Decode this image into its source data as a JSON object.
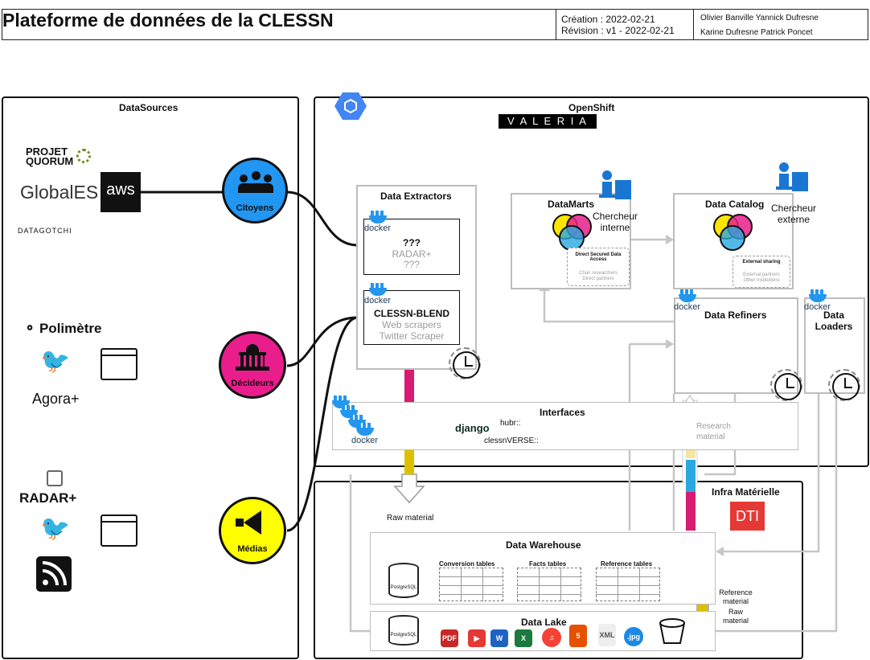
{
  "header": {
    "title": "Plateforme de données de la CLESSN",
    "creation": "Création : 2022-02-21",
    "revision": "Révision : v1 - 2022-02-21",
    "authors_line1": "Olivier Banville Yannick Dufresne",
    "authors_line2": "Karine Dufresne Patrick Poncet"
  },
  "datasources": {
    "title": "DataSources",
    "logos": {
      "projet": "PROJET",
      "quorum": "QUORUM",
      "globales": "GlobalES",
      "datagotchi": "DATAGOTCHI",
      "aws": "aws",
      "polimetre": "Polimètre",
      "agora": "Agora+",
      "radar": "RADAR+"
    },
    "groups": [
      {
        "label": "Citoyens",
        "color": "#2196f3"
      },
      {
        "label": "Décideurs",
        "color": "#e91e8c"
      },
      {
        "label": "Médias",
        "color": "#ffff00"
      }
    ]
  },
  "openshift": {
    "title": "OpenShift",
    "valeria": "V A L E R I A",
    "extractors": {
      "title": "Data Extractors",
      "docker": "docker",
      "box1_title": "???",
      "box1_line1": "RADAR+",
      "box1_line2": "???",
      "box2_title": "CLESSN-BLEND",
      "box2_line1": "Web scrapers",
      "box2_line2": "Twitter Scraper"
    },
    "datamarts": {
      "title": "DataMarts",
      "person": "Chercheur interne",
      "access_title": "Direct Secured Data Access",
      "access_line1": "Chair researchers",
      "access_line2": "Direct partners"
    },
    "catalog": {
      "title": "Data Catalog",
      "person": "Chercheur externe",
      "sharing_title": "External sharing",
      "sharing_line1": "External partners",
      "sharing_line2": "Other institutions"
    },
    "refiners": {
      "title": "Data Refiners",
      "docker": "docker"
    },
    "loaders": {
      "title": "Data Loaders",
      "docker": "docker"
    },
    "interfaces": {
      "title": "Interfaces",
      "django": "django",
      "hubr": "hubr::",
      "clessnverse": "clessnVERSE::",
      "docker": "docker"
    },
    "research_material": "Research material"
  },
  "infra": {
    "title": "Infra Matérielle",
    "dti": "DTI",
    "raw_material": "Raw material",
    "warehouse": {
      "title": "Data Warehouse",
      "db": "PostgreSQL",
      "tables": [
        "Conversion tables",
        "Facts tables",
        "Reference tables"
      ]
    },
    "lake": {
      "title": "Data Lake",
      "db": "PostgreSQL",
      "files": [
        "PDF",
        "▶",
        "W",
        "X",
        "♫",
        "5",
        "XML",
        ".jpg"
      ]
    },
    "reference_material": "Reference material",
    "raw_material_2": "Raw material"
  },
  "colors": {
    "citoyens": "#2196f3",
    "decideurs": "#e91e8c",
    "medias": "#ffff00",
    "gcp": "#4285f4"
  }
}
